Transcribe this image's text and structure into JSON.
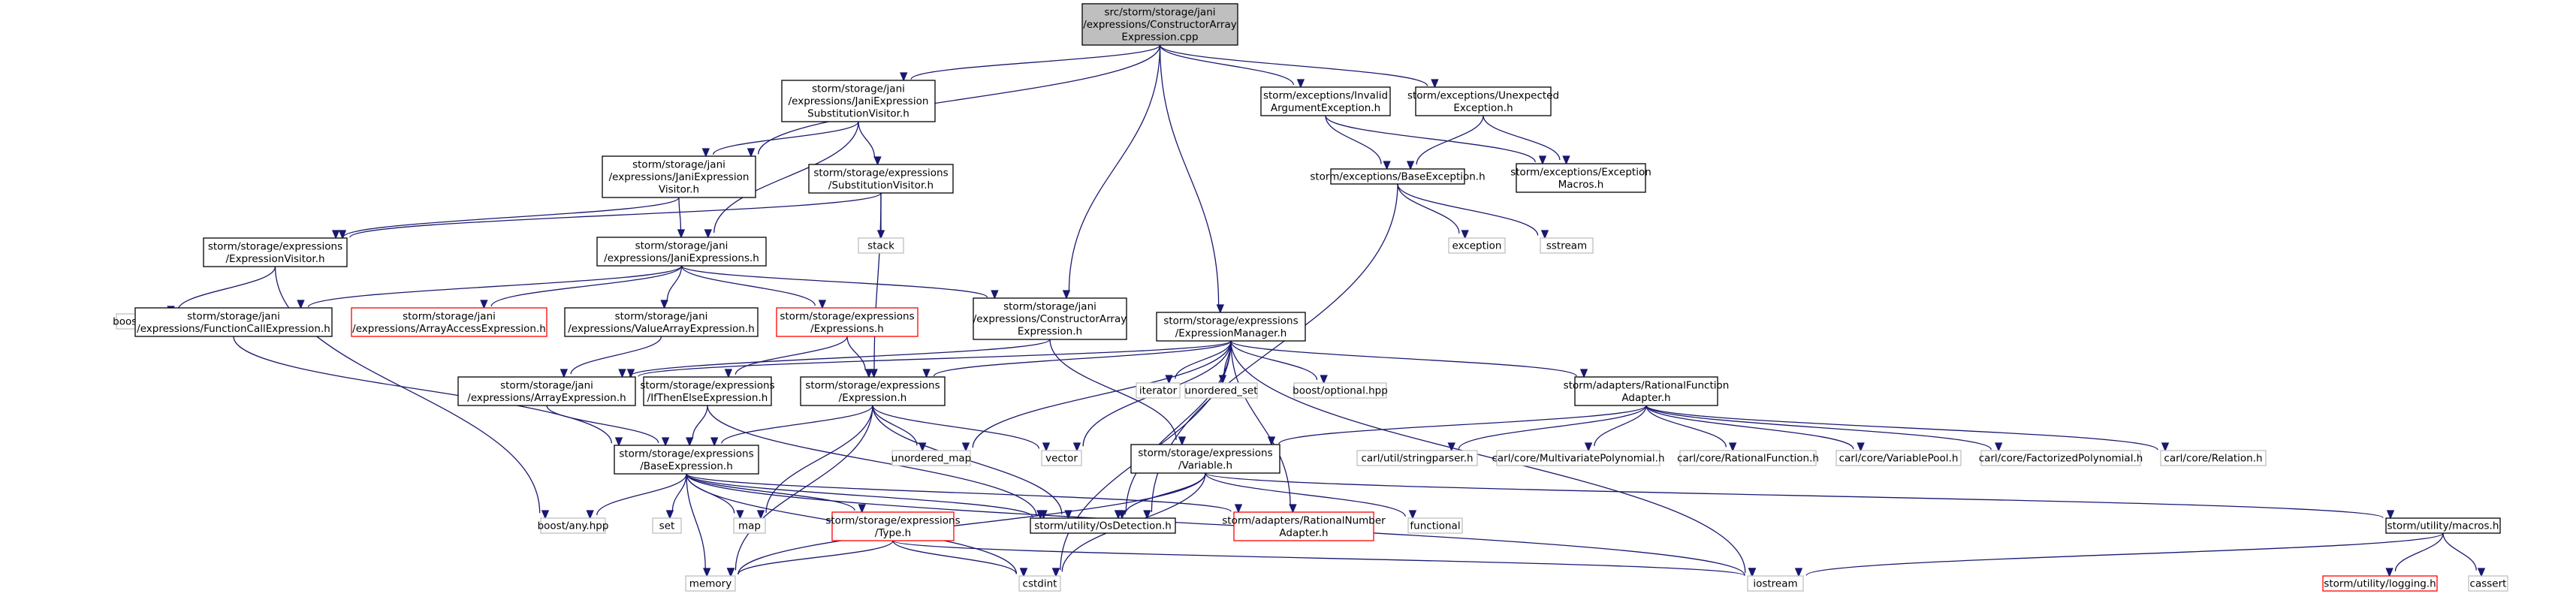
{
  "graph": {
    "nodes": [
      {
        "id": "n0",
        "lines": [
          "src/storm/storage/jani",
          "/expressions/ConstructorArray",
          "Expression.cpp"
        ],
        "style": "root"
      },
      {
        "id": "n1",
        "lines": [
          "storm/storage/jani",
          "/expressions/JaniExpression",
          "Visitor.h"
        ],
        "style": "normal"
      },
      {
        "id": "n2",
        "lines": [
          "storm/storage/jani",
          "/expressions/JaniExpression",
          "SubstitutionVisitor.h"
        ],
        "style": "normal"
      },
      {
        "id": "n3",
        "lines": [
          "storm/storage/jani",
          "/expressions/ConstructorArray",
          "Expression.h"
        ],
        "style": "normal"
      },
      {
        "id": "n4",
        "lines": [
          "storm/storage/expressions",
          "/ExpressionManager.h"
        ],
        "style": "normal"
      },
      {
        "id": "n5",
        "lines": [
          "storm/exceptions/Invalid",
          "ArgumentException.h"
        ],
        "style": "normal"
      },
      {
        "id": "n6",
        "lines": [
          "storm/exceptions/Unexpected",
          "Exception.h"
        ],
        "style": "normal"
      },
      {
        "id": "n7",
        "lines": [
          "storm/storage/expressions",
          "/SubstitutionVisitor.h"
        ],
        "style": "normal"
      },
      {
        "id": "n8",
        "lines": [
          "storm/exceptions/BaseException.h"
        ],
        "style": "normal"
      },
      {
        "id": "n9",
        "lines": [
          "storm/exceptions/Exception",
          "Macros.h"
        ],
        "style": "normal"
      },
      {
        "id": "n10",
        "lines": [
          "storm/storage/expressions",
          "/ExpressionVisitor.h"
        ],
        "style": "normal"
      },
      {
        "id": "n11",
        "lines": [
          "storm/storage/jani",
          "/expressions/JaniExpressions.h"
        ],
        "style": "normal"
      },
      {
        "id": "n12",
        "lines": [
          "stack"
        ],
        "style": "external"
      },
      {
        "id": "n13",
        "lines": [
          "exception"
        ],
        "style": "external"
      },
      {
        "id": "n14",
        "lines": [
          "sstream"
        ],
        "style": "external"
      },
      {
        "id": "n15",
        "lines": [
          "boost/none.hpp"
        ],
        "style": "external"
      },
      {
        "id": "n16",
        "lines": [
          "storm/storage/jani",
          "/expressions/FunctionCallExpression.h"
        ],
        "style": "normal"
      },
      {
        "id": "n17",
        "lines": [
          "storm/storage/jani",
          "/expressions/ArrayAccessExpression.h"
        ],
        "style": "missing"
      },
      {
        "id": "n18",
        "lines": [
          "storm/storage/jani",
          "/expressions/ValueArrayExpression.h"
        ],
        "style": "normal"
      },
      {
        "id": "n19",
        "lines": [
          "storm/storage/expressions",
          "/Expressions.h"
        ],
        "style": "missing"
      },
      {
        "id": "n20",
        "lines": [
          "storm/storage/jani",
          "/expressions/ArrayExpression.h"
        ],
        "style": "normal"
      },
      {
        "id": "n21",
        "lines": [
          "storm/storage/expressions",
          "/IfThenElseExpression.h"
        ],
        "style": "normal"
      },
      {
        "id": "n22",
        "lines": [
          "storm/storage/expressions",
          "/Expression.h"
        ],
        "style": "normal"
      },
      {
        "id": "n23",
        "lines": [
          "iterator"
        ],
        "style": "external"
      },
      {
        "id": "n24",
        "lines": [
          "unordered_set"
        ],
        "style": "external"
      },
      {
        "id": "n25",
        "lines": [
          "boost/optional.hpp"
        ],
        "style": "external"
      },
      {
        "id": "n26",
        "lines": [
          "storm/adapters/RationalFunction",
          "Adapter.h"
        ],
        "style": "normal"
      },
      {
        "id": "n27",
        "lines": [
          "unordered_map"
        ],
        "style": "external"
      },
      {
        "id": "n28",
        "lines": [
          "vector"
        ],
        "style": "external"
      },
      {
        "id": "n29",
        "lines": [
          "storm/storage/expressions",
          "/Variable.h"
        ],
        "style": "normal"
      },
      {
        "id": "n30",
        "lines": [
          "storm/storage/expressions",
          "/BaseExpression.h"
        ],
        "style": "normal"
      },
      {
        "id": "n31",
        "lines": [
          "carl/util/stringparser.h"
        ],
        "style": "external"
      },
      {
        "id": "n32",
        "lines": [
          "carl/core/MultivariatePolynomial.h"
        ],
        "style": "external"
      },
      {
        "id": "n33",
        "lines": [
          "carl/core/RationalFunction.h"
        ],
        "style": "external"
      },
      {
        "id": "n34",
        "lines": [
          "carl/core/VariablePool.h"
        ],
        "style": "external"
      },
      {
        "id": "n35",
        "lines": [
          "carl/core/FactorizedPolynomial.h"
        ],
        "style": "external"
      },
      {
        "id": "n36",
        "lines": [
          "carl/core/Relation.h"
        ],
        "style": "external"
      },
      {
        "id": "n37",
        "lines": [
          "boost/any.hpp"
        ],
        "style": "external"
      },
      {
        "id": "n38",
        "lines": [
          "set"
        ],
        "style": "external"
      },
      {
        "id": "n39",
        "lines": [
          "map"
        ],
        "style": "external"
      },
      {
        "id": "n40",
        "lines": [
          "storm/storage/expressions",
          "/Type.h"
        ],
        "style": "missing"
      },
      {
        "id": "n41",
        "lines": [
          "storm/utility/OsDetection.h"
        ],
        "style": "normal"
      },
      {
        "id": "n42",
        "lines": [
          "storm/adapters/RationalNumber",
          "Adapter.h"
        ],
        "style": "missing"
      },
      {
        "id": "n43",
        "lines": [
          "functional"
        ],
        "style": "external"
      },
      {
        "id": "n44",
        "lines": [
          "storm/utility/macros.h"
        ],
        "style": "normal"
      },
      {
        "id": "n45",
        "lines": [
          "memory"
        ],
        "style": "external"
      },
      {
        "id": "n46",
        "lines": [
          "cstdint"
        ],
        "style": "external"
      },
      {
        "id": "n47",
        "lines": [
          "iostream"
        ],
        "style": "external"
      },
      {
        "id": "n48",
        "lines": [
          "storm/utility/logging.h"
        ],
        "style": "missing"
      },
      {
        "id": "n49",
        "lines": [
          "cassert"
        ],
        "style": "external"
      }
    ],
    "edges": [
      [
        "n0",
        "n1"
      ],
      [
        "n0",
        "n2"
      ],
      [
        "n0",
        "n3"
      ],
      [
        "n0",
        "n4"
      ],
      [
        "n0",
        "n5"
      ],
      [
        "n0",
        "n6"
      ],
      [
        "n2",
        "n1"
      ],
      [
        "n2",
        "n7"
      ],
      [
        "n2",
        "n11"
      ],
      [
        "n1",
        "n10"
      ],
      [
        "n1",
        "n11"
      ],
      [
        "n7",
        "n10"
      ],
      [
        "n7",
        "n12"
      ],
      [
        "n7",
        "n22"
      ],
      [
        "n5",
        "n8"
      ],
      [
        "n5",
        "n9"
      ],
      [
        "n6",
        "n8"
      ],
      [
        "n6",
        "n9"
      ],
      [
        "n8",
        "n13"
      ],
      [
        "n8",
        "n14"
      ],
      [
        "n8",
        "n41"
      ],
      [
        "n10",
        "n15"
      ],
      [
        "n10",
        "n37"
      ],
      [
        "n11",
        "n16"
      ],
      [
        "n11",
        "n17"
      ],
      [
        "n11",
        "n18"
      ],
      [
        "n11",
        "n19"
      ],
      [
        "n11",
        "n3"
      ],
      [
        "n3",
        "n20"
      ],
      [
        "n3",
        "n29"
      ],
      [
        "n16",
        "n30"
      ],
      [
        "n18",
        "n20"
      ],
      [
        "n19",
        "n21"
      ],
      [
        "n19",
        "n22"
      ],
      [
        "n20",
        "n30"
      ],
      [
        "n21",
        "n30"
      ],
      [
        "n21",
        "n41"
      ],
      [
        "n4",
        "n22"
      ],
      [
        "n4",
        "n20"
      ],
      [
        "n4",
        "n23"
      ],
      [
        "n4",
        "n24"
      ],
      [
        "n4",
        "n25"
      ],
      [
        "n4",
        "n26"
      ],
      [
        "n4",
        "n27"
      ],
      [
        "n4",
        "n28"
      ],
      [
        "n4",
        "n41"
      ],
      [
        "n4",
        "n42"
      ],
      [
        "n4",
        "n46"
      ],
      [
        "n4",
        "n47"
      ],
      [
        "n22",
        "n30"
      ],
      [
        "n22",
        "n27"
      ],
      [
        "n22",
        "n28"
      ],
      [
        "n22",
        "n39"
      ],
      [
        "n22",
        "n45"
      ],
      [
        "n22",
        "n41"
      ],
      [
        "n26",
        "n29"
      ],
      [
        "n26",
        "n31"
      ],
      [
        "n26",
        "n32"
      ],
      [
        "n26",
        "n33"
      ],
      [
        "n26",
        "n34"
      ],
      [
        "n26",
        "n35"
      ],
      [
        "n26",
        "n36"
      ],
      [
        "n29",
        "n41"
      ],
      [
        "n29",
        "n43"
      ],
      [
        "n29",
        "n46"
      ],
      [
        "n29",
        "n45"
      ],
      [
        "n29",
        "n44"
      ],
      [
        "n30",
        "n37"
      ],
      [
        "n30",
        "n38"
      ],
      [
        "n30",
        "n39"
      ],
      [
        "n30",
        "n40"
      ],
      [
        "n30",
        "n41"
      ],
      [
        "n30",
        "n42"
      ],
      [
        "n30",
        "n45"
      ],
      [
        "n30",
        "n46"
      ],
      [
        "n30",
        "n47"
      ],
      [
        "n40",
        "n45"
      ],
      [
        "n40",
        "n46"
      ],
      [
        "n40",
        "n47"
      ],
      [
        "n44",
        "n47"
      ],
      [
        "n44",
        "n48"
      ],
      [
        "n44",
        "n49"
      ]
    ]
  }
}
